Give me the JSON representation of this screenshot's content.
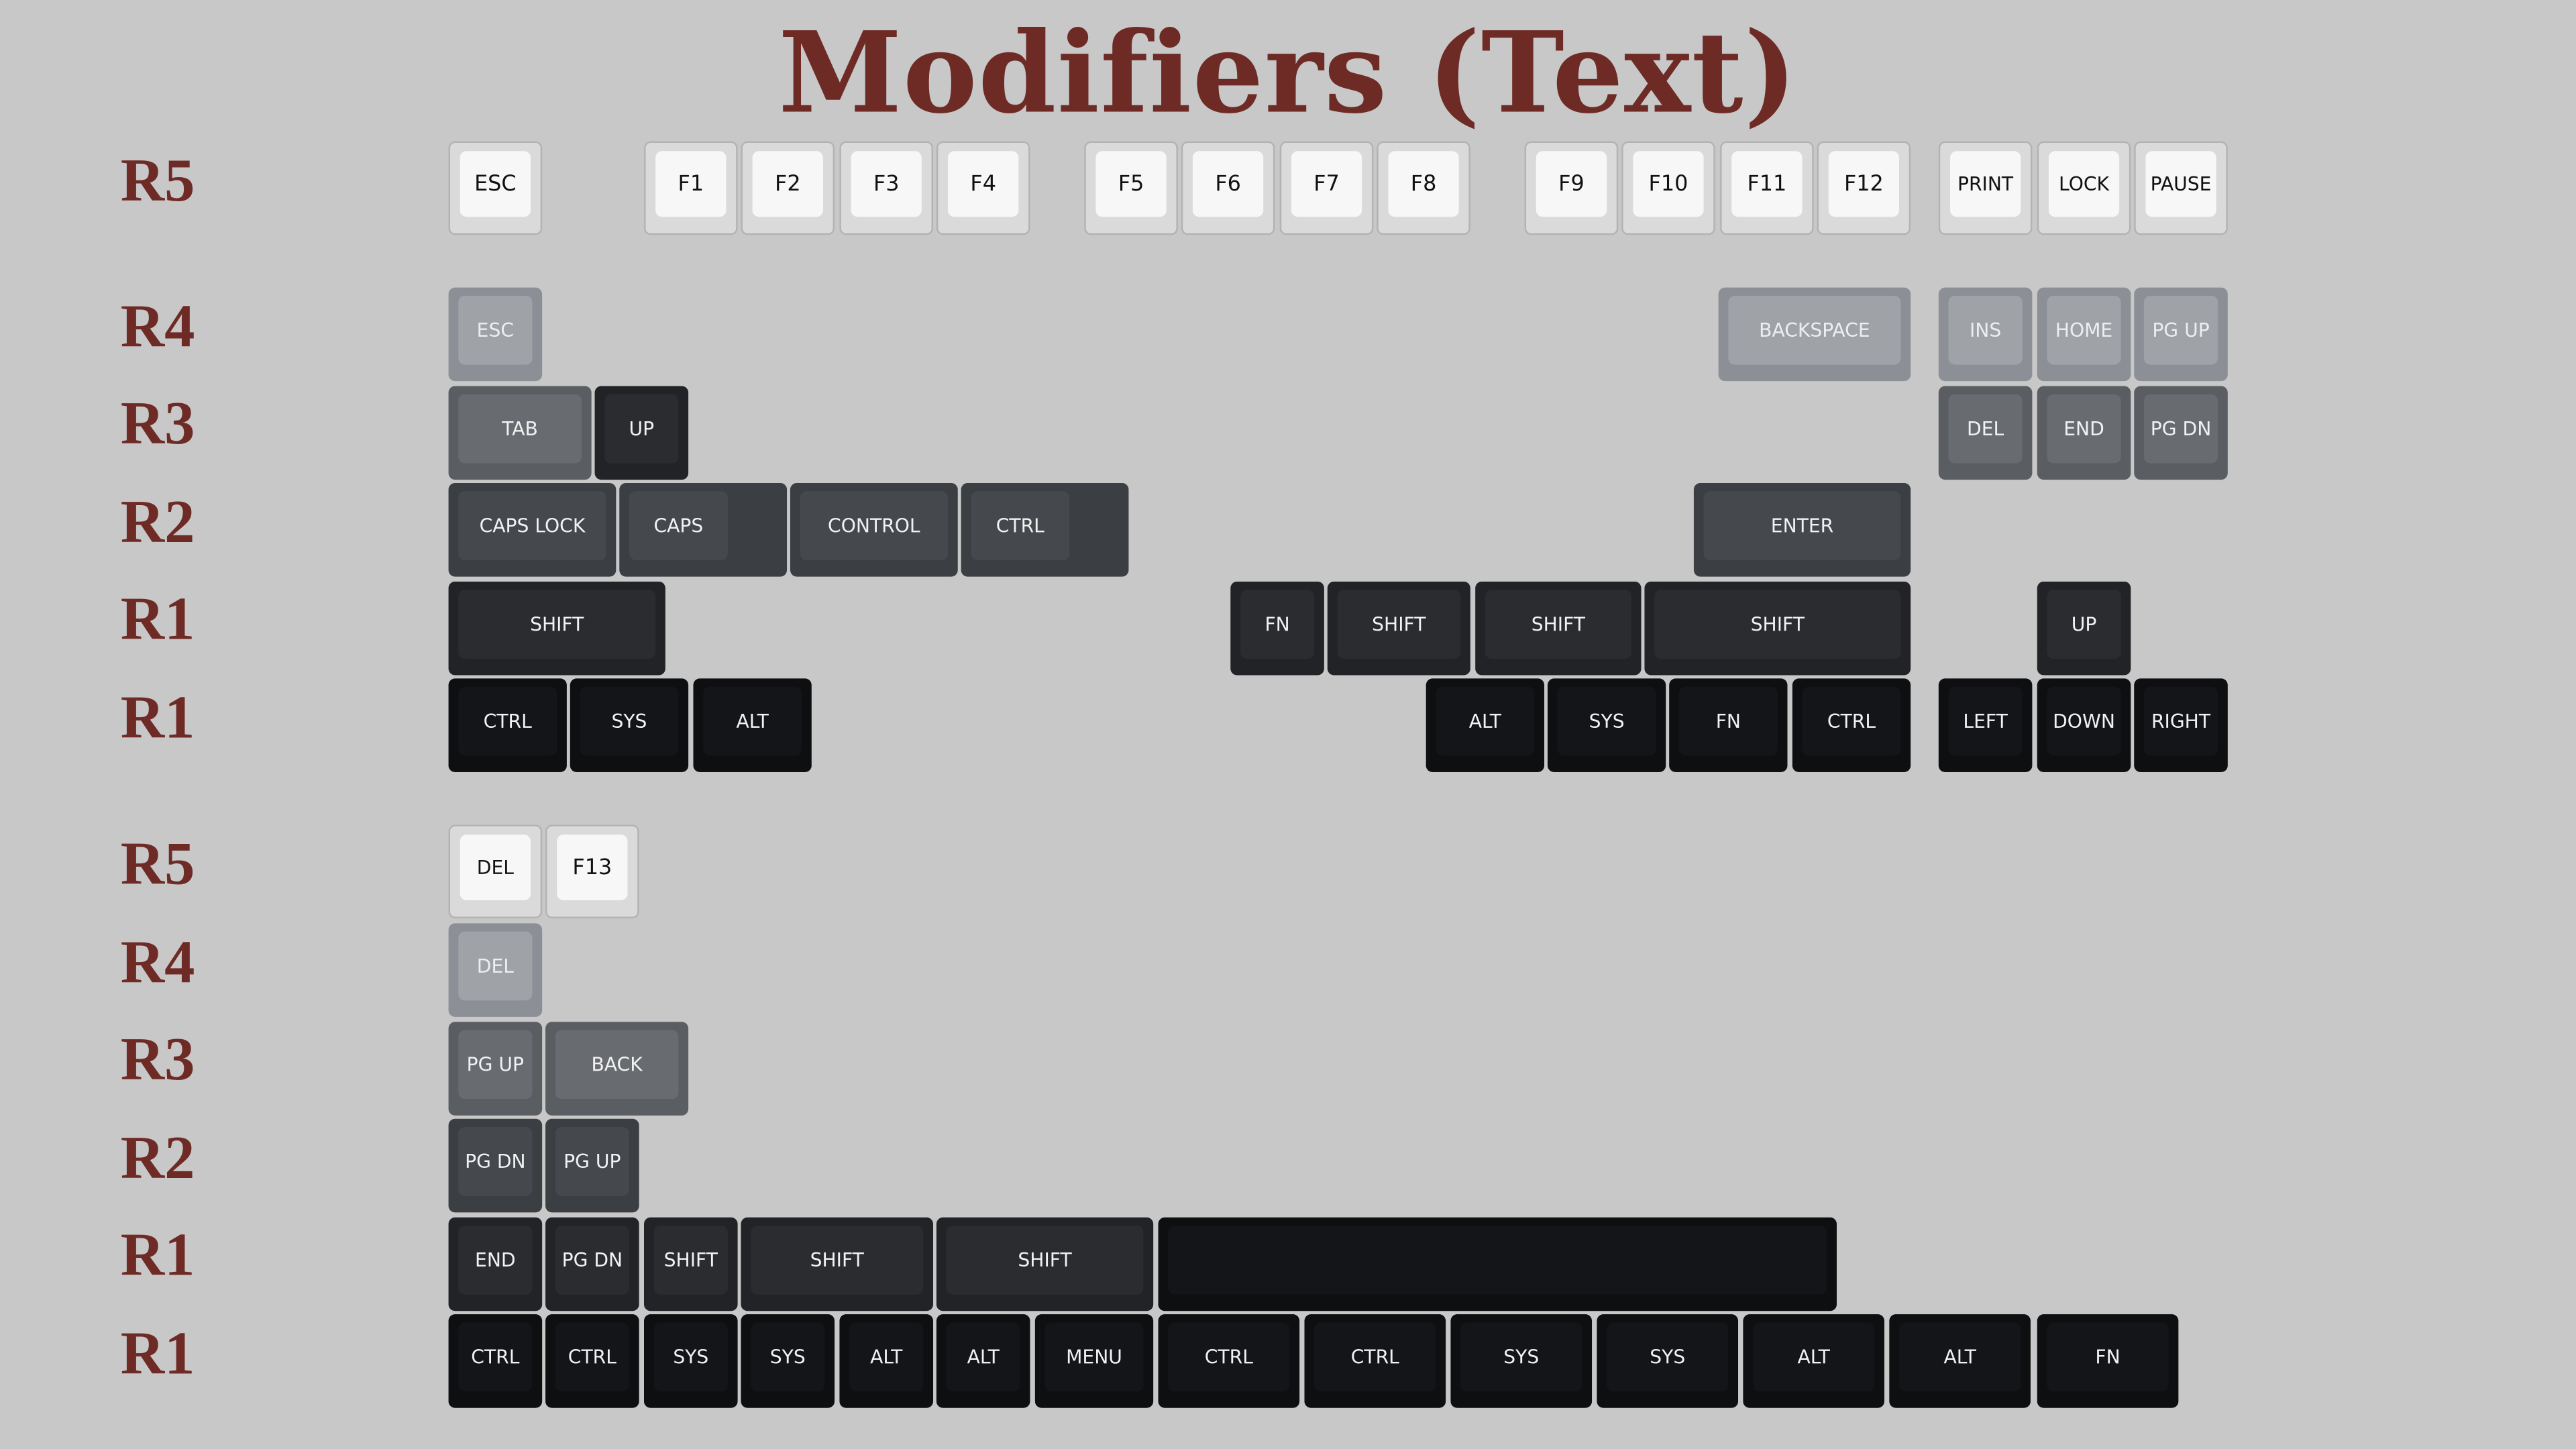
{
  "title": "Modifiers (Text)",
  "colors": {
    "background": "#c8c8c8",
    "title": "#6e2b26",
    "key_white": "#f7f7f7",
    "key_light_gray": "#9fa3a8",
    "key_gray": "#686b70",
    "key_slate": "#45484d",
    "key_dark": "#2b2c30",
    "key_black": "#141518"
  },
  "row_labels": [
    "R5",
    "R4",
    "R3",
    "R2",
    "R1",
    "R1",
    "R5",
    "R4",
    "R3",
    "R2",
    "R1",
    "R1"
  ],
  "group1": {
    "r5": [
      "ESC",
      "F1",
      "F2",
      "F3",
      "F4",
      "F5",
      "F6",
      "F7",
      "F8",
      "F9",
      "F10",
      "F11",
      "F12",
      "PRINT",
      "LOCK",
      "PAUSE"
    ],
    "r4": [
      "ESC",
      "BACKSPACE",
      "INS",
      "HOME",
      "PG UP"
    ],
    "r3": [
      "TAB",
      "UP",
      "DEL",
      "END",
      "PG DN"
    ],
    "r2": [
      "CAPS LOCK",
      "CAPS",
      "CONTROL",
      "CTRL",
      "ENTER"
    ],
    "r1_shift": [
      "SHIFT",
      "FN",
      "SHIFT",
      "SHIFT",
      "SHIFT",
      "UP"
    ],
    "r1_bottom": [
      "CTRL",
      "SYS",
      "ALT",
      "ALT",
      "SYS",
      "FN",
      "CTRL",
      "LEFT",
      "DOWN",
      "RIGHT"
    ]
  },
  "group2": {
    "r5": [
      "DEL",
      "F13"
    ],
    "r4": [
      "DEL"
    ],
    "r3": [
      "PG UP",
      "BACK"
    ],
    "r2": [
      "PG DN",
      "PG UP"
    ],
    "r1_shift": [
      "END",
      "PG DN",
      "SHIFT",
      "SHIFT",
      "SHIFT",
      ""
    ],
    "r1_bottom": [
      "CTRL",
      "CTRL",
      "SYS",
      "SYS",
      "ALT",
      "ALT",
      "MENU",
      "CTRL",
      "CTRL",
      "SYS",
      "SYS",
      "ALT",
      "ALT",
      "FN"
    ]
  }
}
